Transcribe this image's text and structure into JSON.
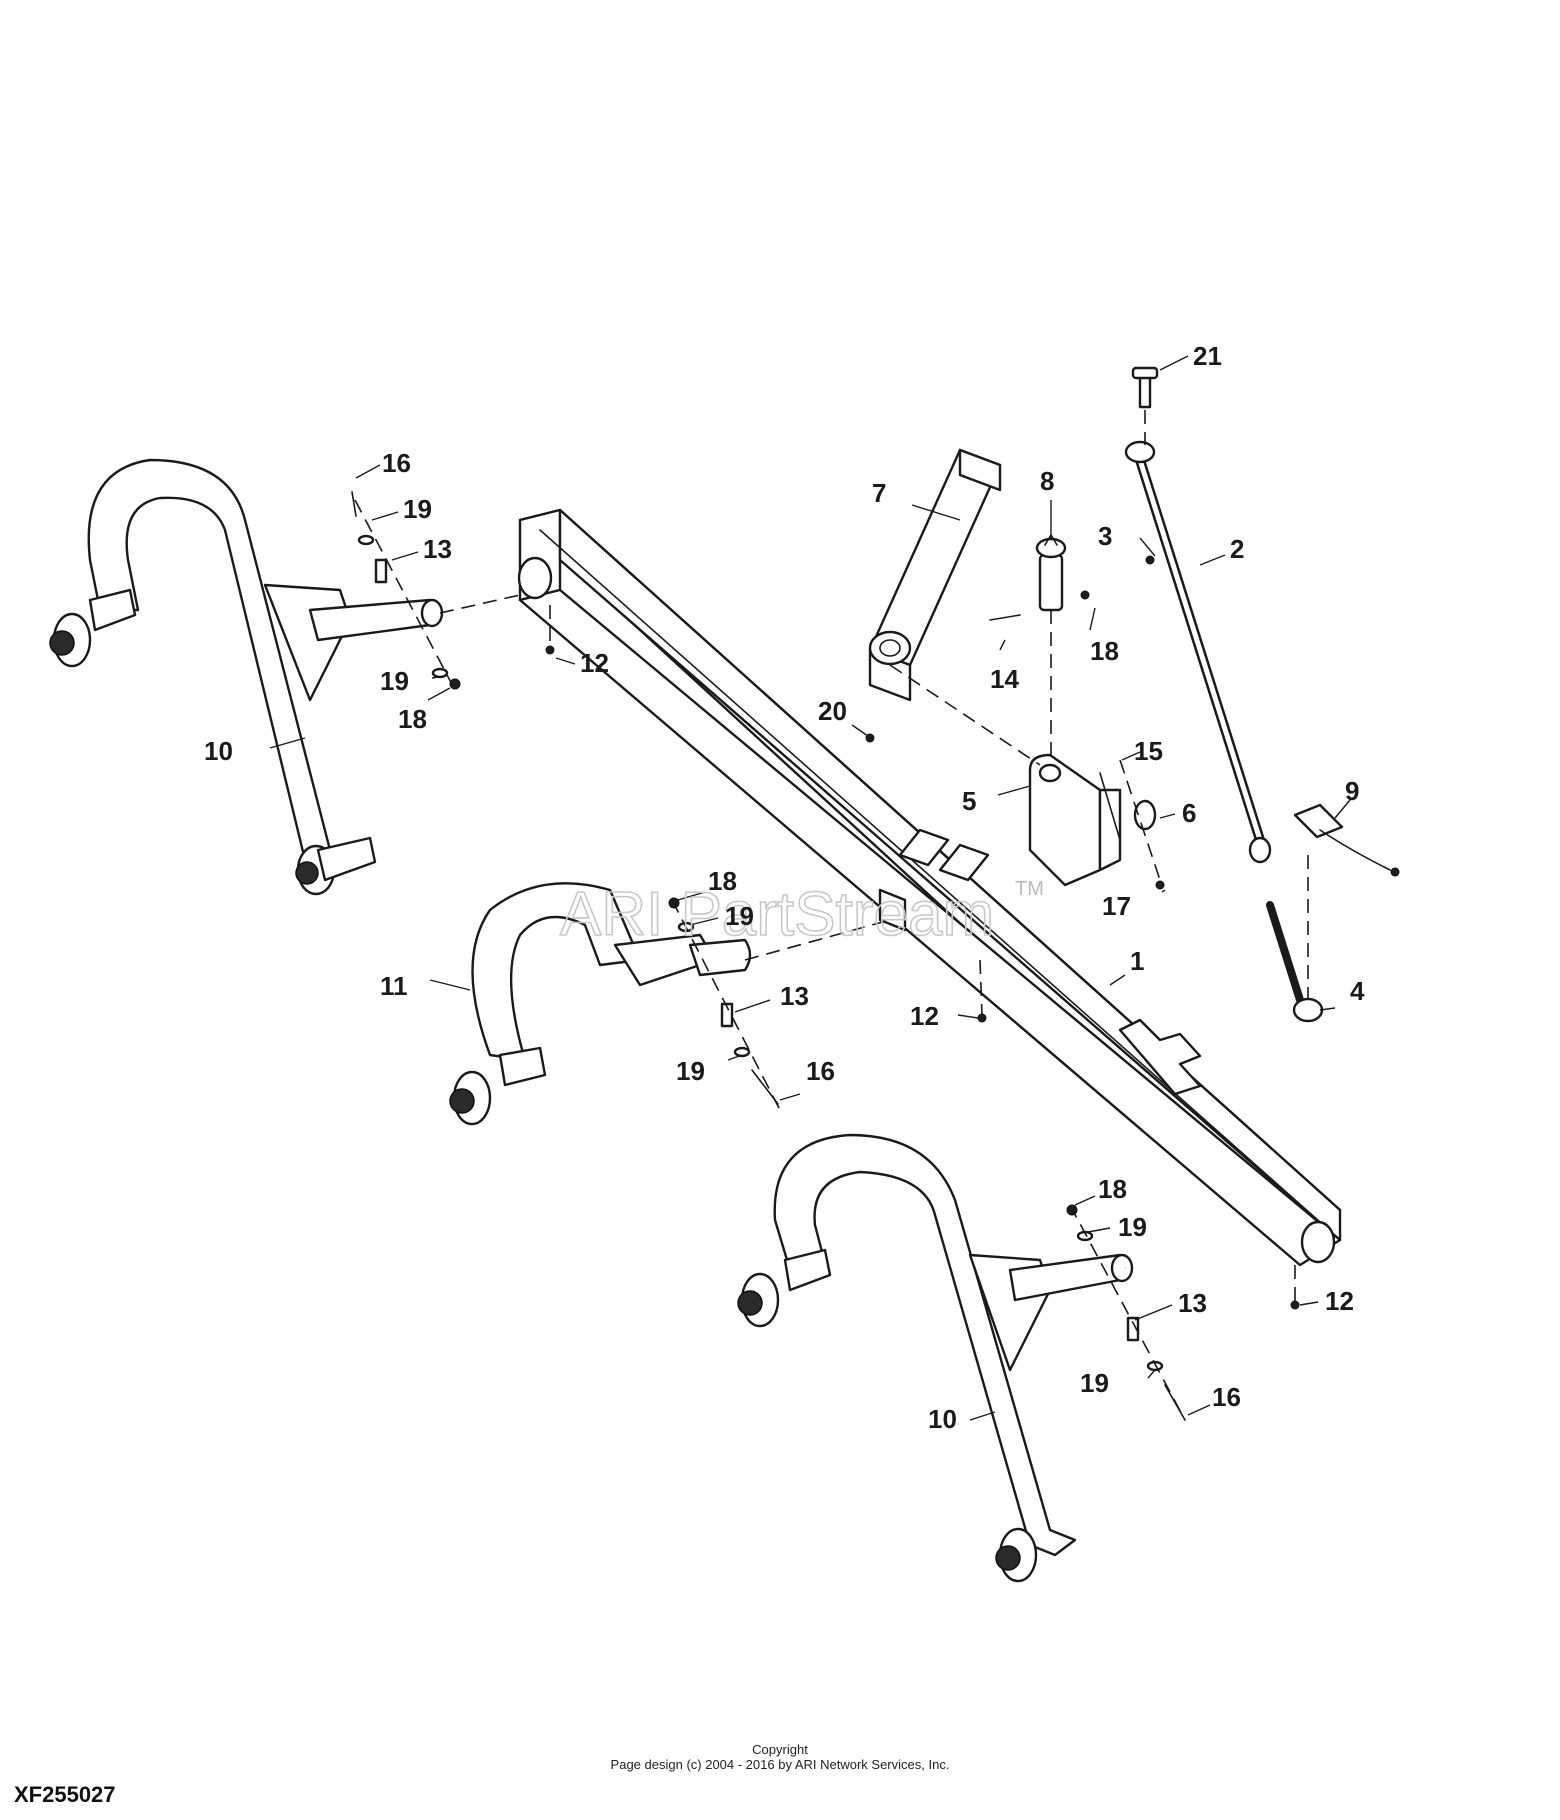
{
  "watermark": {
    "text": "ARI PartStream",
    "trademark": "TM"
  },
  "footer": {
    "copyright_title": "Copyright",
    "copyright_line": "Page design (c) 2004 - 2016 by ARI Network Services, Inc."
  },
  "figure_code": "XF255027",
  "callouts": [
    "21",
    "16",
    "19",
    "13",
    "7",
    "8",
    "3",
    "2",
    "12",
    "19",
    "18",
    "14",
    "18",
    "20",
    "15",
    "10",
    "5",
    "6",
    "9",
    "18",
    "19",
    "17",
    "1",
    "11",
    "13",
    "12",
    "4",
    "19",
    "16",
    "18",
    "19",
    "12",
    "13",
    "19",
    "16",
    "10"
  ]
}
